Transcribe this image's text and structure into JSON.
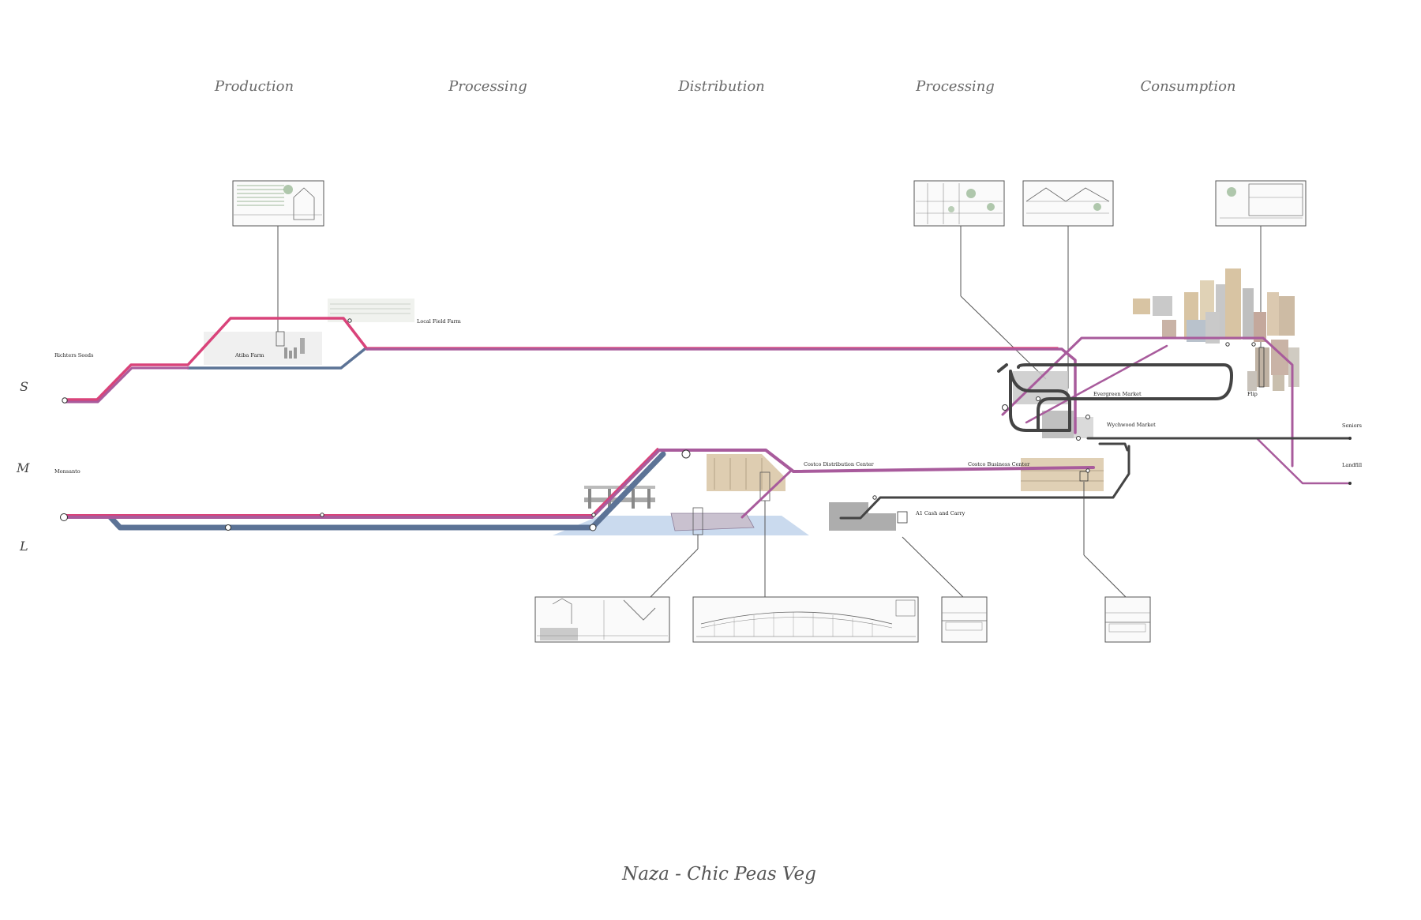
{
  "stages": [
    "Production",
    "Processing",
    "Distribution",
    "Processing",
    "Consumption"
  ],
  "scales": [
    "S",
    "M",
    "L"
  ],
  "nodes": {
    "richters_seeds": "Richters Seeds",
    "monsanto": "Monsanto",
    "atiba_farm": "Atiba Farm",
    "local_field_farm": "Local Field Farm",
    "costco_distribution": "Costco Distribution Center",
    "costco_business": "Costco Business Center",
    "a1_cash_carry": "A1 Cash and Carry",
    "evergreen_market": "Evergreen Market",
    "wychwood_market": "Wychwood Market",
    "flip": "Flip",
    "seniors": "Seniors",
    "landfill": "Landfill"
  },
  "caption": "Naza - Chic Peas Veg",
  "colors": {
    "pink_route": "#d9437a",
    "purple_route": "#a85b9c",
    "blue_route": "#5c7396",
    "grey_route": "#444444",
    "building_tan": "#d8c4a3",
    "water_blue": "#b8cde8"
  }
}
